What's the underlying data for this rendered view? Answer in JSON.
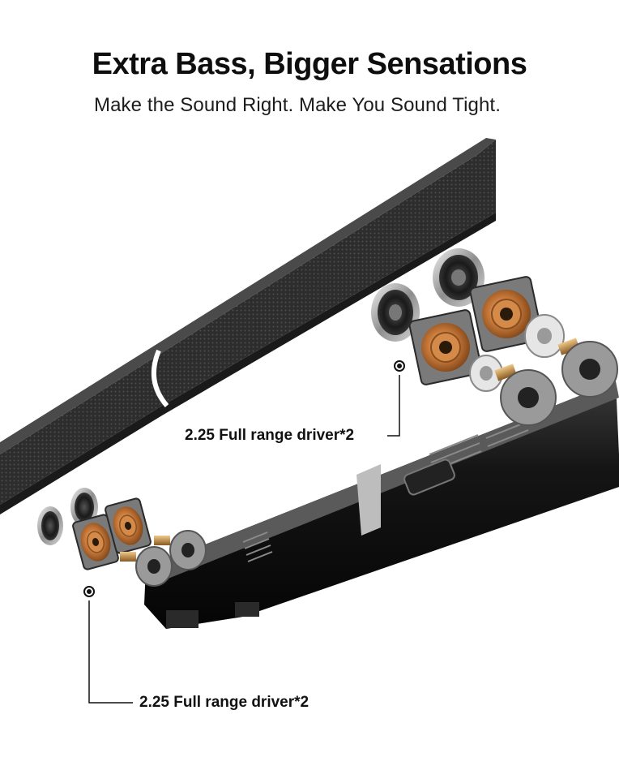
{
  "header": {
    "title": "Extra Bass, Bigger Sensations",
    "subtitle": "Make the Sound Right. Make You Sound Tight."
  },
  "callouts": [
    {
      "label": "2.25 Full range driver*2"
    },
    {
      "label": "2.25 Full range driver*2"
    }
  ],
  "colors": {
    "grille": "#2a2a2a",
    "body": "#141414",
    "copper": "#c8793a",
    "metal": "#b9b9b9",
    "brass": "#c9924a"
  }
}
